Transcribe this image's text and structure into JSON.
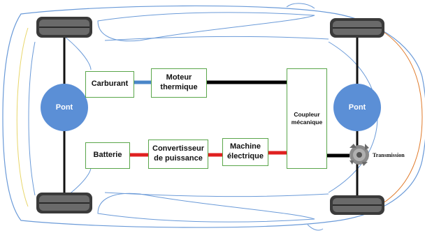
{
  "diagram": {
    "nodes": {
      "carburant": "Carburant",
      "moteur": "Moteur\nthermique",
      "batterie": "Batterie",
      "convertisseur": "Convertisseur\nde puissance",
      "machine": "Machine\nélectrique",
      "coupleur": "Coupleur\nmécanique",
      "pont_rear": "Pont",
      "pont_front": "Pont",
      "transmission": "Transmission"
    },
    "edges": [
      {
        "from": "carburant",
        "to": "moteur",
        "style": "blue-line"
      },
      {
        "from": "moteur",
        "to": "coupleur",
        "style": "black-shaft"
      },
      {
        "from": "batterie",
        "to": "convertisseur",
        "style": "red-line"
      },
      {
        "from": "convertisseur",
        "to": "machine",
        "style": "red-line"
      },
      {
        "from": "machine",
        "to": "coupleur",
        "style": "red-line"
      },
      {
        "from": "coupleur",
        "to": "transmission",
        "style": "black-shaft"
      }
    ]
  },
  "colors": {
    "box_border": "#5aa64a",
    "pont_fill": "#5b8fd6",
    "fuel_line": "#4a86c8",
    "electric_line": "#e02020",
    "shaft": "#000000",
    "car_outline": "#6a9ad8"
  }
}
